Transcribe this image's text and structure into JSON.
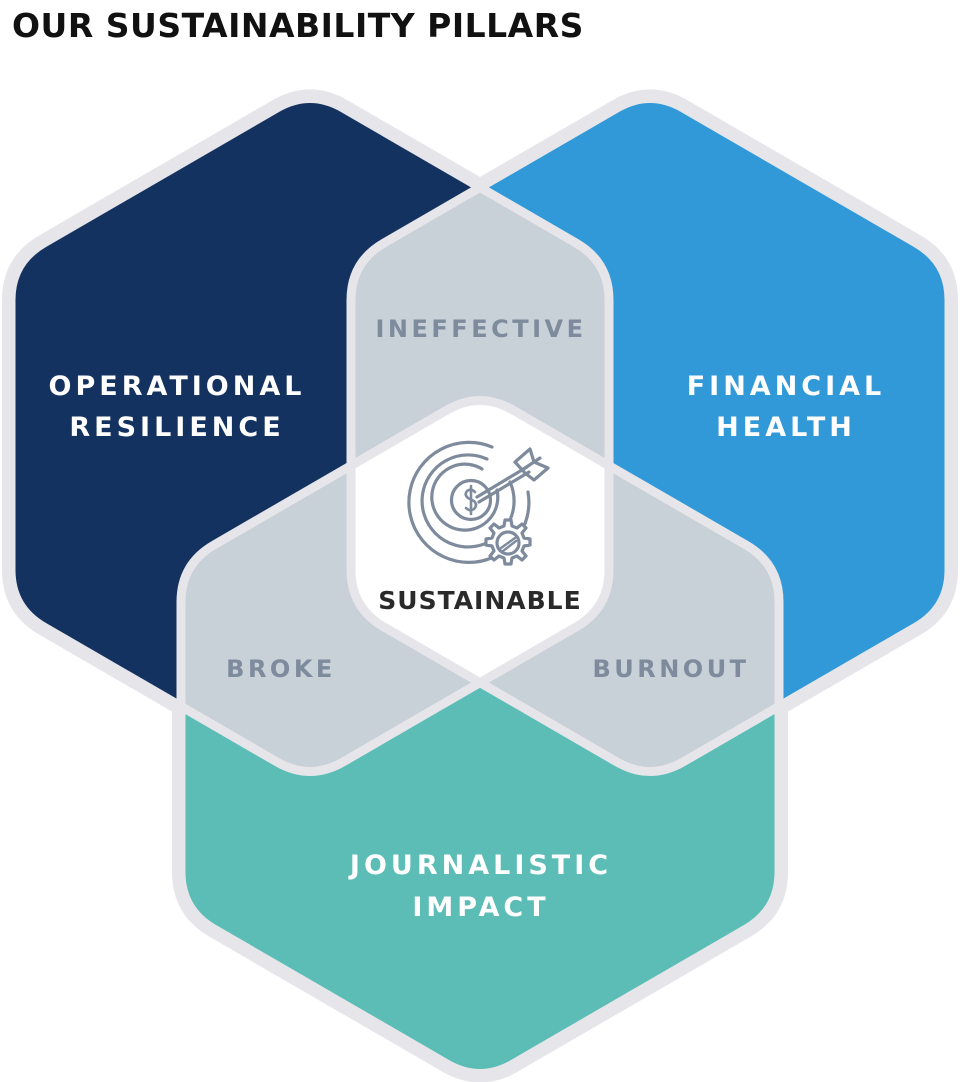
{
  "title": "OUR SUSTAINABILITY PILLARS",
  "colors": {
    "operational": "#14325f",
    "financial": "#3199d8",
    "journalistic": "#5bbdb5",
    "overlap": "#c8d0d8",
    "center": "#ffffff",
    "outline": "#e6e5ea",
    "overlap_text": "#7e8b9d",
    "icon": "#7e8b9d"
  },
  "pillars": [
    {
      "id": "operational",
      "line1": "OPERATIONAL",
      "line2": "RESILIENCE"
    },
    {
      "id": "financial",
      "line1": "FINANCIAL",
      "line2": "HEALTH"
    },
    {
      "id": "journalistic",
      "line1": "JOURNALISTIC",
      "line2": "IMPACT"
    }
  ],
  "overlaps": {
    "operational_financial": "INEFFECTIVE",
    "operational_journalistic": "BROKE",
    "financial_journalistic": "BURNOUT"
  },
  "center": {
    "label": "SUSTAINABLE",
    "icon": "target-dollar-gear-icon"
  }
}
